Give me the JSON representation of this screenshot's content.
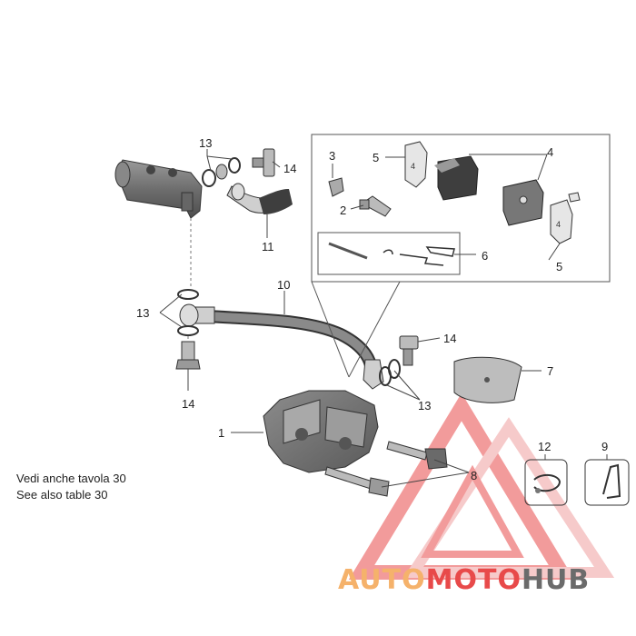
{
  "parts": {
    "p1": "1",
    "p2": "2",
    "p3": "3",
    "p4": "4",
    "p5a": "5",
    "p5b": "5",
    "p6": "6",
    "p7": "7",
    "p8": "8",
    "p9": "9",
    "p10": "10",
    "p11": "11",
    "p12": "12",
    "p13a": "13",
    "p13b": "13",
    "p13c": "13",
    "p14a": "14",
    "p14b": "14",
    "p14c": "14"
  },
  "notes": {
    "it": "Vedi anche tavola 30",
    "en": "See also table 30"
  },
  "watermark": {
    "part1": "AUTO",
    "part2": "MOTO",
    "part3": "HUB",
    "colors": {
      "orange": "#f5b26b",
      "red": "#e84a4a",
      "gray": "#6b6b6b"
    }
  }
}
